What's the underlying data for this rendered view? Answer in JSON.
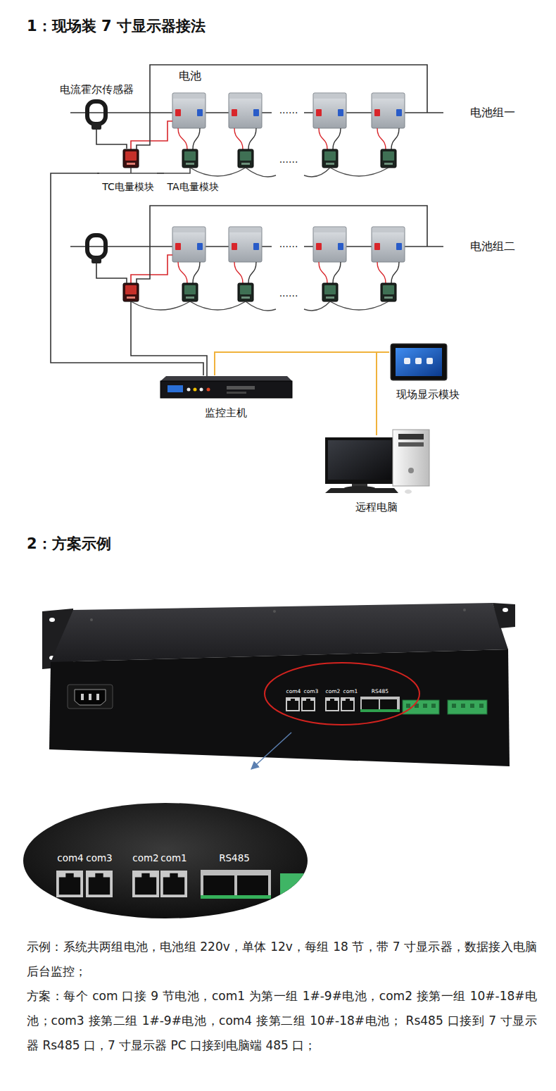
{
  "diagram": {
    "title": "1：现场装 7 寸显示器接法",
    "nodes": [
      {
        "text": [
          "电流霍尔传感器"
        ]
      },
      {
        "text": [
          "TC电量模块"
        ]
      },
      {
        "text": [
          "TA电量模块"
        ]
      },
      {
        "text": [
          "监控主机"
        ]
      },
      {
        "text": [
          "现场显示模块"
        ]
      },
      {
        "text": [
          "远程电脑"
        ]
      }
    ],
    "edges": [
      {
        "from": 0,
        "to": 1,
        "arrow": "none"
      },
      {
        "from": 1,
        "to": 2,
        "arrow": "none"
      },
      {
        "from": 1,
        "to": 3,
        "arrow": "none"
      },
      {
        "from": 3,
        "to": 4,
        "arrow": "none"
      },
      {
        "from": 3,
        "to": 5,
        "arrow": "none"
      }
    ],
    "labels": [
      "电池",
      "......",
      "......",
      "电池组一",
      "......",
      "......",
      "电池组二",
      "2：方案示例",
      "com4",
      "com3",
      "com2",
      "com1",
      "RS485",
      "com4",
      "com3",
      "com2",
      "com1",
      "RS485",
      "示例：系统共两组电池，电池组 220v，单体 12v，每组 18 节，带 7 寸显示器，数据接入电脑后台监控；",
      "方案：每个 com 口接 9 节电池，com1 为第一组 1#-9#电池，com2 接第一组 10#-18#电池；com3 接第二组 1#-9#电池，com4 接第二组 10#-18#电池； Rs485 口接到 7 寸显示器 Rs485 口，7 寸显示器 PC 口接到电脑端 485 口；"
    ]
  }
}
